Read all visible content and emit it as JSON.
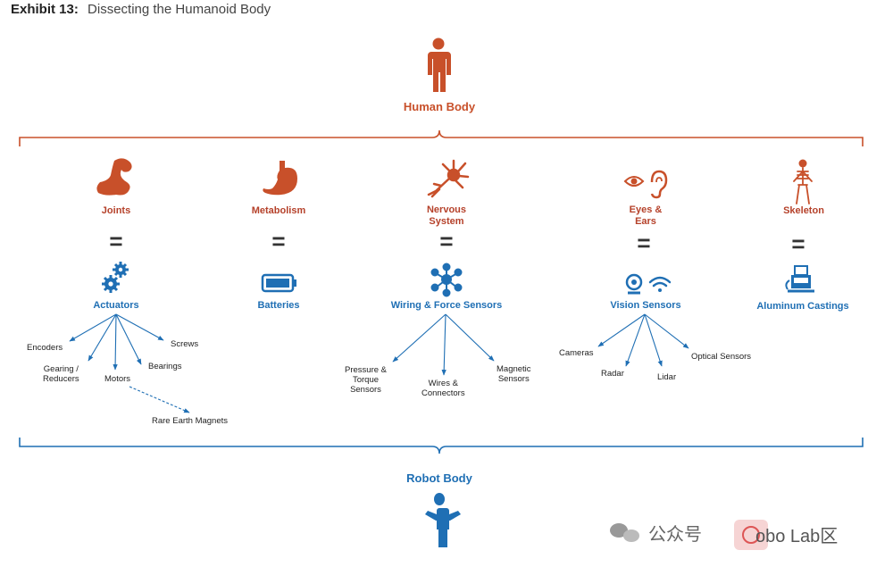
{
  "header": {
    "exhibit_label": "Exhibit 13:",
    "title": "Dissecting the Humanoid Body"
  },
  "human": {
    "label": "Human Body"
  },
  "robot": {
    "label": "Robot Body"
  },
  "colors": {
    "human": "#c8502a",
    "robot": "#1f6fb4",
    "text": "#222222"
  },
  "equals_symbol": "=",
  "columns": [
    {
      "human_part": "Joints",
      "human_icon": "bicep-icon",
      "robot_part": "Actuators",
      "robot_icon": "gears-icon",
      "components": [
        "Encoders",
        "Gearing /\nReducers",
        "Motors",
        "Bearings",
        "Screws"
      ],
      "sub_components": [
        "Rare Earth Magnets"
      ]
    },
    {
      "human_part": "Metabolism",
      "human_icon": "stomach-icon",
      "robot_part": "Batteries",
      "robot_icon": "battery-icon",
      "components": [],
      "sub_components": []
    },
    {
      "human_part": "Nervous\nSystem",
      "human_icon": "neuron-icon",
      "robot_part": "Wiring & Force Sensors",
      "robot_icon": "network-icon",
      "components": [
        "Pressure &\nTorque\nSensors",
        "Wires &\nConnectors",
        "Magnetic\nSensors"
      ],
      "sub_components": []
    },
    {
      "human_part": "Eyes &\nEars",
      "human_icon": "eye-ear-icon",
      "robot_part": "Vision Sensors",
      "robot_icon": "camera-wifi-icon",
      "components": [
        "Cameras",
        "Radar",
        "Lidar",
        "Optical Sensors"
      ],
      "sub_components": []
    },
    {
      "human_part": "Skeleton",
      "human_icon": "skeleton-icon",
      "robot_part": "Aluminum Castings",
      "robot_icon": "casting-icon",
      "components": [],
      "sub_components": []
    }
  ],
  "watermark": {
    "text1": "公众号",
    "text2": "obo Lab区"
  }
}
